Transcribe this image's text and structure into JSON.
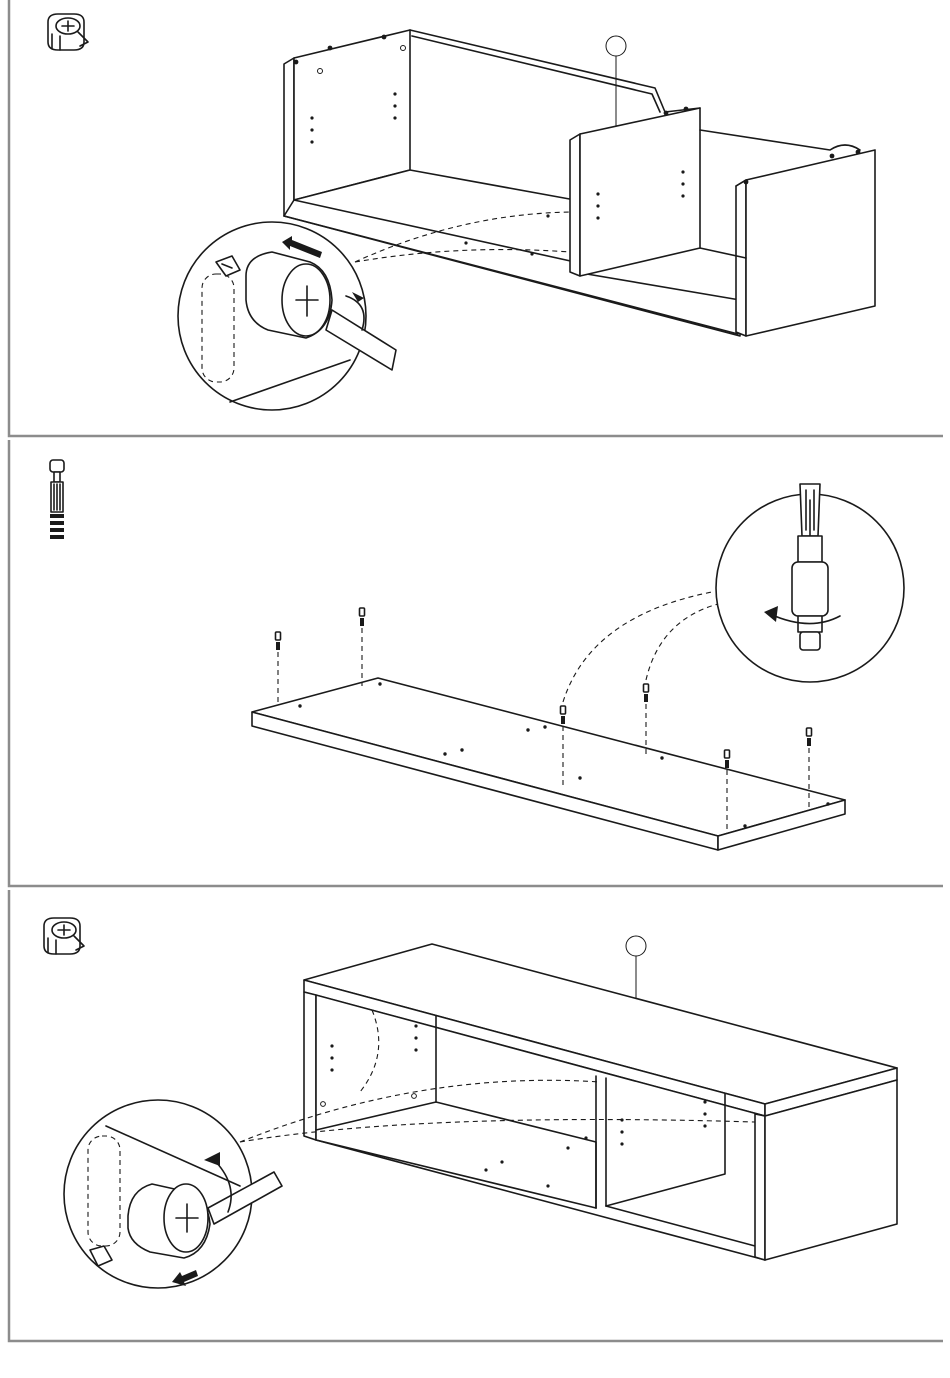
{
  "steps": [
    {
      "part_icon": "cam-lock-icon",
      "detail": "cam-lock-tighten-clockwise",
      "callout": ""
    },
    {
      "part_icon": "cam-bolt-icon",
      "detail": "cam-bolt-screw-in",
      "callout": ""
    },
    {
      "part_icon": "cam-lock-icon",
      "detail": "cam-lock-tighten-under-top",
      "callout": ""
    }
  ],
  "colors": {
    "line": "#1a1a1a",
    "frame": "#8c8c8c",
    "background": "#ffffff"
  }
}
